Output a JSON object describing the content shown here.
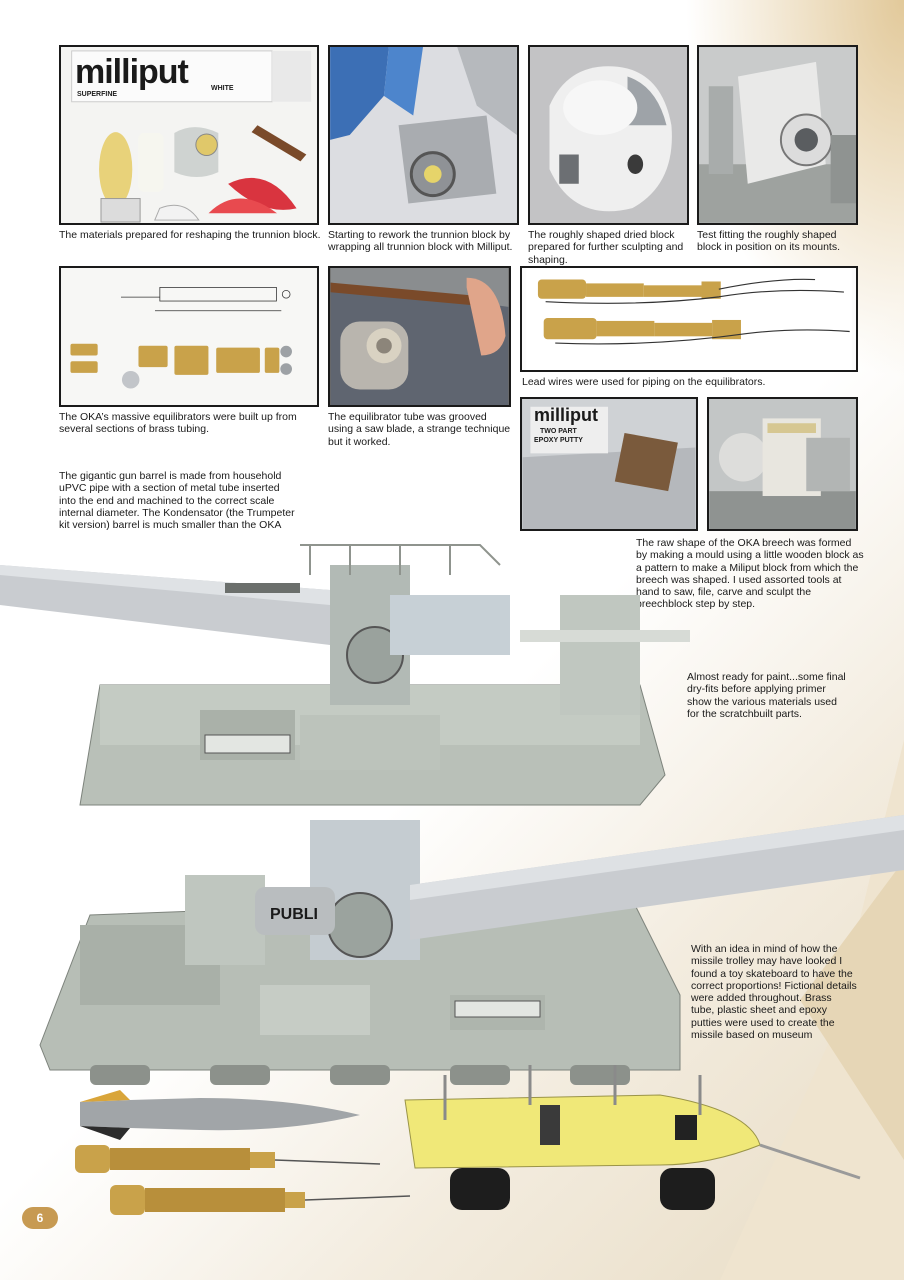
{
  "page": {
    "number": "6"
  },
  "photos": [
    {
      "brand": "milliput",
      "brand_line1": "SUPERFINE",
      "brand_line2": "WHITE",
      "caption": "The materials prepared for reshaping the trunnion block."
    },
    {
      "caption": "Starting to rework the trunnion block by wrapping all trunnion block with Milliput."
    },
    {
      "caption": "The roughly shaped dried block prepared for further sculpting and shaping."
    },
    {
      "caption": "Test fitting the roughly shaped block in position on its mounts."
    },
    {
      "caption": "The OKA’s massive equilibrators were built up from several sections of brass tubing."
    },
    {
      "caption": "The equilibrator tube was grooved using a saw blade, a strange technique but it worked."
    },
    {
      "caption": "Lead wires were used for piping on the equilibrators."
    },
    {
      "brand": "milliput",
      "brand_line1": "TWO PART",
      "brand_line2": "EPOXY PUTTY"
    },
    {}
  ],
  "text_blocks": {
    "barrel": "The gigantic gun barrel is made from household uPVC pipe with a section of metal tube inserted into the end and machined to the correct scale internal diameter. The Kondensator (the Trumpeter kit version) barrel is much smaller than the OKA",
    "breech": "The raw shape of the OKA breech was formed by making a mould using a little wooden block as a pattern to make a Miliput block from which the breech was shaped. I used assorted tools at hand to saw, file, carve and sculpt the breechblock step by step.",
    "paint": "Almost ready for paint...some final dry-fits before applying primer show the various materials used for the scratchbuilt parts.",
    "trolley": "With an idea in mind of how the missile trolley may have looked I found a toy skateboard to have the correct proportions! Fictional details were added throughout. Brass tube, plastic sheet and epoxy putties were used to create the missile based on museum"
  },
  "model_marking": "PUBLI",
  "colors": {
    "frame": "#1a1a1a",
    "badge": "#c79a52",
    "hull_grey": "#b9c0b8",
    "barrel_grey": "#c9ccd0",
    "brass": "#c9a24a",
    "trolley_yellow": "#f0e878"
  }
}
